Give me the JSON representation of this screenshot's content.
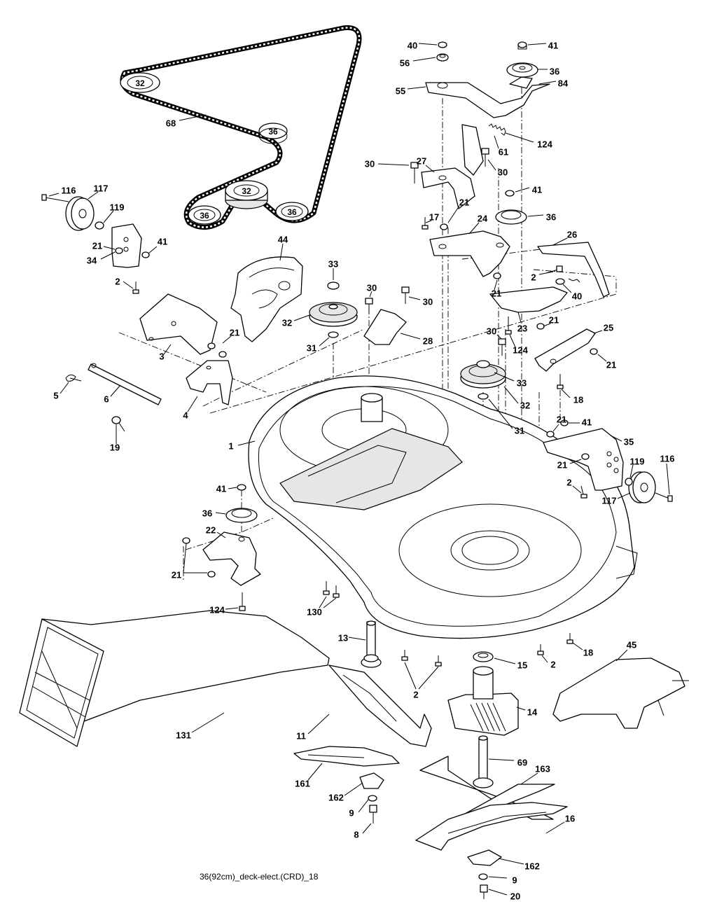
{
  "caption": "36(92cm)_deck-elect.(CRD)_18",
  "pulley_labels": {
    "p_top": "32",
    "p_mid": "36",
    "p_center": "32",
    "p_left": "36",
    "p_right": "36"
  },
  "callouts": [
    {
      "id": "40a",
      "text": "40"
    },
    {
      "id": "41a",
      "text": "41"
    },
    {
      "id": "56",
      "text": "56"
    },
    {
      "id": "36a",
      "text": "36"
    },
    {
      "id": "84",
      "text": "84"
    },
    {
      "id": "55",
      "text": "55"
    },
    {
      "id": "68",
      "text": "68"
    },
    {
      "id": "61",
      "text": "61"
    },
    {
      "id": "124a",
      "text": "124"
    },
    {
      "id": "30a",
      "text": "30"
    },
    {
      "id": "27",
      "text": "27"
    },
    {
      "id": "30b",
      "text": "30"
    },
    {
      "id": "41b",
      "text": "41"
    },
    {
      "id": "116a",
      "text": "116"
    },
    {
      "id": "117a",
      "text": "117"
    },
    {
      "id": "119a",
      "text": "119"
    },
    {
      "id": "21a",
      "text": "21"
    },
    {
      "id": "17",
      "text": "17"
    },
    {
      "id": "36b",
      "text": "36"
    },
    {
      "id": "44",
      "text": "44"
    },
    {
      "id": "24",
      "text": "24"
    },
    {
      "id": "26",
      "text": "26"
    },
    {
      "id": "21b",
      "text": "21"
    },
    {
      "id": "41c",
      "text": "41"
    },
    {
      "id": "34",
      "text": "34"
    },
    {
      "id": "33a",
      "text": "33"
    },
    {
      "id": "2a",
      "text": "2"
    },
    {
      "id": "2b",
      "text": "2"
    },
    {
      "id": "21c",
      "text": "21"
    },
    {
      "id": "40b",
      "text": "40"
    },
    {
      "id": "30c",
      "text": "30"
    },
    {
      "id": "30d",
      "text": "30"
    },
    {
      "id": "32a",
      "text": "32"
    },
    {
      "id": "21d",
      "text": "21"
    },
    {
      "id": "23",
      "text": "23"
    },
    {
      "id": "21e",
      "text": "21"
    },
    {
      "id": "25",
      "text": "25"
    },
    {
      "id": "31a",
      "text": "31"
    },
    {
      "id": "28",
      "text": "28"
    },
    {
      "id": "3",
      "text": "3"
    },
    {
      "id": "30e",
      "text": "30"
    },
    {
      "id": "124b",
      "text": "124"
    },
    {
      "id": "21f",
      "text": "21"
    },
    {
      "id": "33b",
      "text": "33"
    },
    {
      "id": "5",
      "text": "5"
    },
    {
      "id": "6",
      "text": "6"
    },
    {
      "id": "4",
      "text": "4"
    },
    {
      "id": "32b",
      "text": "32"
    },
    {
      "id": "18a",
      "text": "18"
    },
    {
      "id": "31b",
      "text": "31"
    },
    {
      "id": "19",
      "text": "19"
    },
    {
      "id": "21g",
      "text": "21"
    },
    {
      "id": "41d",
      "text": "41"
    },
    {
      "id": "1",
      "text": "1"
    },
    {
      "id": "35",
      "text": "35"
    },
    {
      "id": "21h",
      "text": "21"
    },
    {
      "id": "119b",
      "text": "119"
    },
    {
      "id": "116b",
      "text": "116"
    },
    {
      "id": "41e",
      "text": "41"
    },
    {
      "id": "2c",
      "text": "2"
    },
    {
      "id": "117b",
      "text": "117"
    },
    {
      "id": "36c",
      "text": "36"
    },
    {
      "id": "22",
      "text": "22"
    },
    {
      "id": "21i",
      "text": "21"
    },
    {
      "id": "124c",
      "text": "124"
    },
    {
      "id": "130",
      "text": "130"
    },
    {
      "id": "45",
      "text": "45"
    },
    {
      "id": "13",
      "text": "13"
    },
    {
      "id": "15",
      "text": "15"
    },
    {
      "id": "2d",
      "text": "2"
    },
    {
      "id": "18b",
      "text": "18"
    },
    {
      "id": "2e",
      "text": "2"
    },
    {
      "id": "14",
      "text": "14"
    },
    {
      "id": "131",
      "text": "131"
    },
    {
      "id": "11",
      "text": "11"
    },
    {
      "id": "69",
      "text": "69"
    },
    {
      "id": "161",
      "text": "161"
    },
    {
      "id": "163",
      "text": "163"
    },
    {
      "id": "162a",
      "text": "162"
    },
    {
      "id": "9a",
      "text": "9"
    },
    {
      "id": "16",
      "text": "16"
    },
    {
      "id": "8",
      "text": "8"
    },
    {
      "id": "162b",
      "text": "162"
    },
    {
      "id": "9b",
      "text": "9"
    },
    {
      "id": "20",
      "text": "20"
    }
  ]
}
